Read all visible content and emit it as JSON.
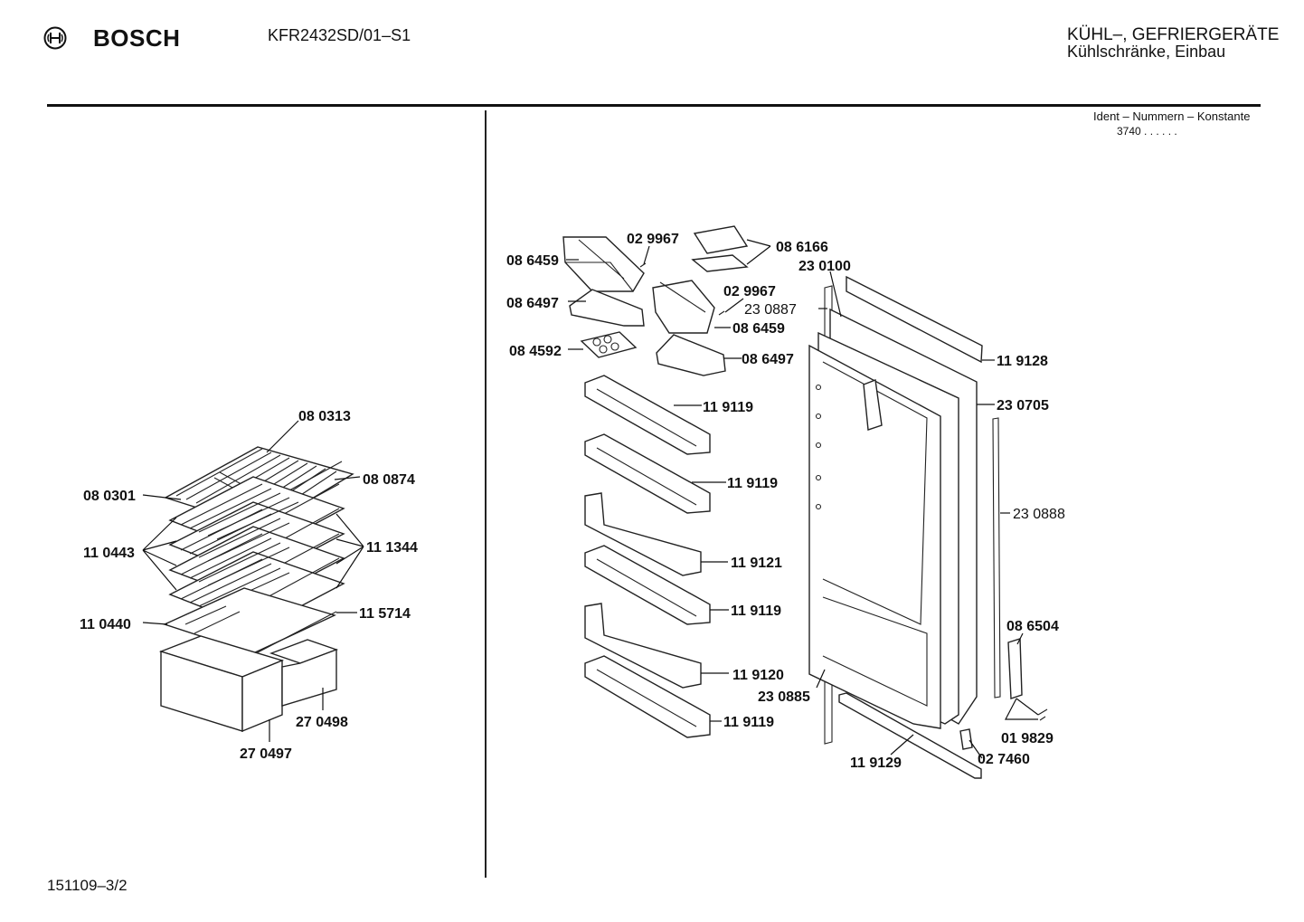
{
  "header": {
    "brand": "BOSCH",
    "model": "KFR2432SD/01–S1",
    "category_line1": "KÜHL–, GEFRIERGERÄTE",
    "category_line2": "Kühlschränke, Einbau"
  },
  "ident": {
    "label": "Ident – Nummern – Konstante",
    "value": "3740  .  .  .  .  .  ."
  },
  "footer": {
    "page_code": "151109–3/2"
  },
  "parts": {
    "p080313": "08 0313",
    "p080874": "08 0874",
    "p080301": "08 0301",
    "p110443": "11 0443",
    "p111344": "11 1344",
    "p110440": "11 0440",
    "p115714": "11 5714",
    "p270498": "27 0498",
    "p270497": "27 0497",
    "p029967a": "02 9967",
    "p086166": "08 6166",
    "p086459a": "08 6459",
    "p230100": "23 0100",
    "p086497a": "08 6497",
    "p029967b": "02 9967",
    "p230887": "23 0887",
    "p086459b": "08 6459",
    "p084592": "08 4592",
    "p086497b": "08 6497",
    "p119128": "11 9128",
    "p119119a": "11 9119",
    "p230705": "23 0705",
    "p119119b": "11 9119",
    "p230888": "23 0888",
    "p119121": "11 9121",
    "p119119c": "11 9119",
    "p086504": "08 6504",
    "p119120": "11 9120",
    "p230885": "23 0885",
    "p119119d": "11 9119",
    "p019829": "01 9829",
    "p027460": "02 7460",
    "p119129": "11 9129"
  }
}
